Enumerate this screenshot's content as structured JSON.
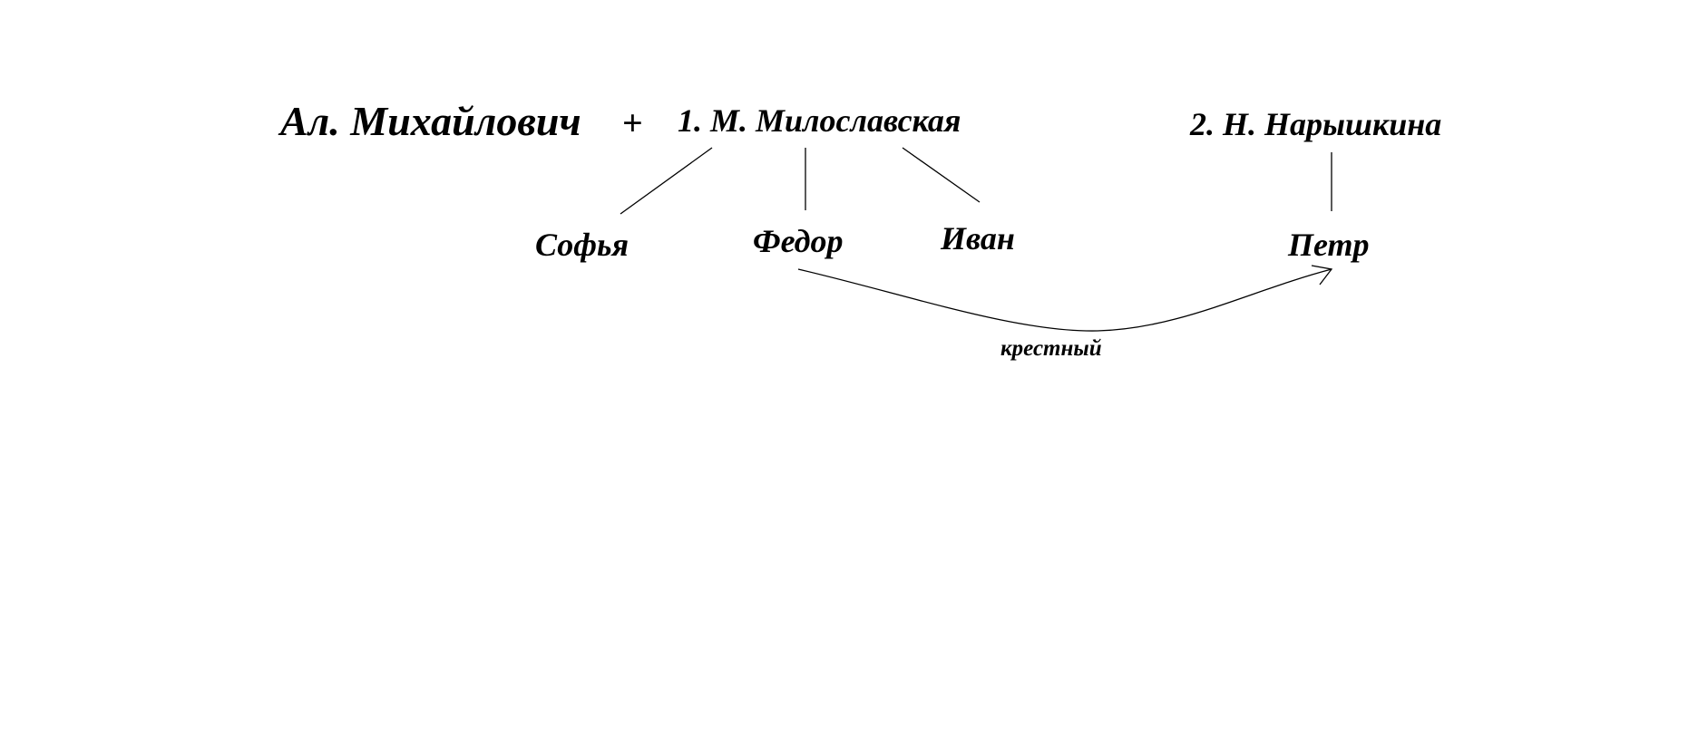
{
  "diagram": {
    "father": "Ал. Михайлович",
    "plus": "+",
    "wife1": "1. М. Милославская",
    "wife2": "2. Н. Нарышкина",
    "children": {
      "sofia": "Софья",
      "fedor": "Федор",
      "ivan": "Иван",
      "petr": "Петр"
    },
    "relation_label": "крестный"
  }
}
